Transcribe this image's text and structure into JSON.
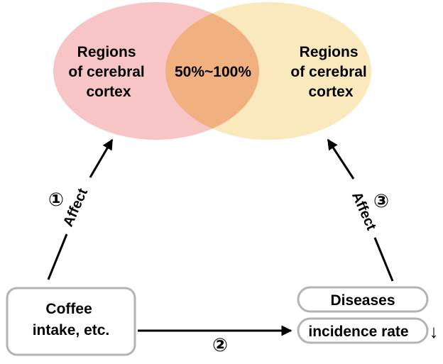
{
  "venn": {
    "left_label": [
      "Regions",
      "of cerebral",
      "cortex"
    ],
    "right_label": [
      "Regions",
      "of cerebral",
      "cortex"
    ],
    "overlap_label": "50%~100%",
    "left_color": "#f4b2b2",
    "right_color": "#f7e2a7",
    "overlap_color": "#f0a878"
  },
  "nodes": {
    "coffee": [
      "Coffee",
      "intake, etc."
    ],
    "diseases": "Diseases",
    "incidence": "incidence rate",
    "incidence_trend": "↓"
  },
  "edges": {
    "left": {
      "number": "①",
      "label": "Affect"
    },
    "bottom": {
      "number": "②"
    },
    "right": {
      "number": "③",
      "label": "Affect"
    }
  }
}
